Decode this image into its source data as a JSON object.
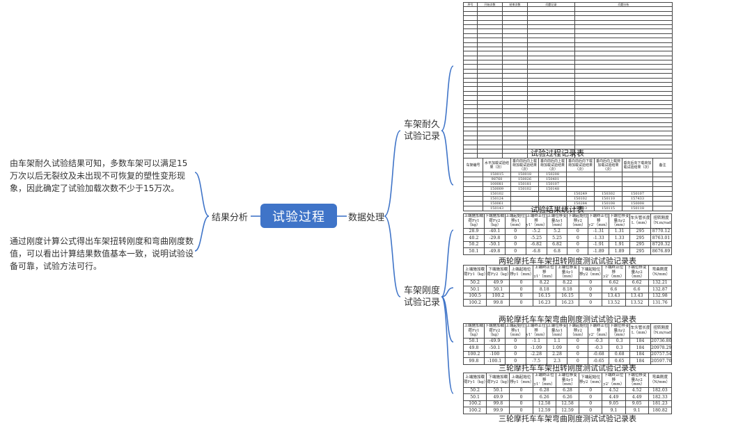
{
  "root": {
    "label": "试验过程"
  },
  "left_branch": {
    "label": "结果分析",
    "notes": [
      "由车架耐久试验结果可知，多数车架可以满足15万次以后无裂纹及未出现不可恢复的塑性变形现象，因此确定了试验加载次数不少于15万次。",
      "通过刚度计算公式得出车架扭转刚度和弯曲刚度数值，可以看出计算结果数值基本一致，说明试验设备可靠，试验方法可行。"
    ]
  },
  "right_branch": {
    "label": "数据处理",
    "sub1_label": "车架耐久试验记录",
    "sub2_label": "车架刚度试验记录"
  },
  "durability_log": {
    "caption": "试验过程记录表",
    "headers": [
      "序号",
      "开始次数",
      "结束次数",
      "问题记录",
      "问题分析"
    ]
  },
  "durability_stats": {
    "caption": "试验结果统计表",
    "headers": [
      "车架编号",
      "水平加载试验结果（次）",
      "垂向前后向上载荷加载试验结果（次）",
      "垂向前后向上载荷加载试验结果（次）",
      "垂向前后向下载荷加载试验结果（次）",
      "垂向后向上载荷加载试验结果（次）",
      "垂向后向下载荷加载试验结果（次）",
      "备注"
    ],
    "rows": [
      [
        "",
        "150015",
        "150018",
        "150208",
        "",
        "",
        "",
        ""
      ],
      [
        "",
        "98760",
        "150026",
        "150401",
        "",
        "",
        "",
        ""
      ],
      [
        "",
        "100081",
        "150181",
        "150107",
        "",
        "",
        "",
        ""
      ],
      [
        "",
        "150009",
        "150102",
        "150148",
        "",
        "",
        "",
        ""
      ],
      [
        "",
        "150102",
        "",
        "",
        "150249",
        "150302",
        "150107",
        ""
      ],
      [
        "",
        "150124",
        "",
        "",
        "150102",
        "150110",
        "157433",
        ""
      ],
      [
        "",
        "150061",
        "",
        "",
        "150284",
        "150108",
        "150008",
        ""
      ],
      [
        "",
        "150143",
        "",
        "",
        "150013",
        "150115",
        "150118",
        ""
      ]
    ]
  },
  "rigidity_tables": [
    {
      "caption": "两轮摩托车车架扭转刚度测试试验记录表",
      "headers": [
        "上端施加载荷Fy1（kg）",
        "下端施加载荷Fy2（kg）",
        "上端起始位移y1（mm）",
        "上端终止位移y1'（mm）",
        "上端位移变量Δy1（mm）",
        "下端起始位移y2（mm）",
        "下端终止位移y2'（mm）",
        "下端位移变量Δy2（mm）",
        "车头管长度L（mm）",
        "扭转刚度（N.m/rad）"
      ],
      "rows": [
        [
          "28.9",
          "-40.1",
          "0",
          "-5.2",
          "5.2",
          "0",
          "-1.31",
          "1.31",
          "295",
          "8770.12"
        ],
        [
          "40.2",
          "-29.8",
          "0",
          "-5.25",
          "5.25",
          "0",
          "-1.33",
          "1.33",
          "295",
          "8763.01"
        ],
        [
          "50.2",
          "-50.1",
          "0",
          "-6.82",
          "6.82",
          "0",
          "-1.91",
          "1.91",
          "295",
          "8720.32"
        ],
        [
          "50.1",
          "-49.8",
          "0",
          "-6.8",
          "6.8",
          "0",
          "-1.89",
          "1.89",
          "295",
          "8676.89"
        ]
      ]
    },
    {
      "caption": "两轮摩托车车架弯曲刚度测试试验记录表",
      "headers": [
        "上端施加载荷Fy1（kg）",
        "下端施加载荷Fy2（kg）",
        "上端起始位移y1（mm）",
        "上端终止位移y1'（mm）",
        "上端位移变量Δy1（mm）",
        "下端起始位移y2（mm）",
        "下端终止位移y2'（mm）",
        "下端位移变量Δy2（mm）",
        "弯曲刚度（N/mm）"
      ],
      "rows": [
        [
          "50.2",
          "49.9",
          "0",
          "8.22",
          "8.22",
          "0",
          "6.62",
          "6.62",
          "132.21"
        ],
        [
          "50.1",
          "50.1",
          "0",
          "8.18",
          "8.18",
          "0",
          "6.6",
          "6.6",
          "132.87"
        ],
        [
          "100.5",
          "100.2",
          "0",
          "16.15",
          "16.15",
          "0",
          "13.43",
          "13.43",
          "132.98"
        ],
        [
          "100.2",
          "99.8",
          "0",
          "16.23",
          "16.23",
          "0",
          "13.52",
          "13.52",
          "131.76"
        ]
      ]
    },
    {
      "caption": "三轮摩托车车架扭转刚度测试试验记录表",
      "headers": [
        "上端施加载荷Fy1（kg）",
        "下端施加载荷Fy2（kg）",
        "上端起始位移y1（mm）",
        "上端终止位移y1'（mm）",
        "上端位移变量Δy1（mm）",
        "下端起始位移y2（mm）",
        "下端终止位移y2'（mm）",
        "下端位移变量Δy2（mm）",
        "车头管长度L（mm）",
        "扭转刚度（N.m/rad）"
      ],
      "rows": [
        [
          "50.1",
          "-49.9",
          "0",
          "-1.1",
          "1.1",
          "0",
          "-0.3",
          "0.3",
          "184",
          "20736.80"
        ],
        [
          "49.8",
          "-50.1",
          "0",
          "-1.09",
          "1.09",
          "0",
          "-0.3",
          "0.3",
          "184",
          "20978.29"
        ],
        [
          "100.2",
          "-100",
          "0",
          "-2.28",
          "2.28",
          "0",
          "-0.68",
          "0.68",
          "184",
          "20757.54"
        ],
        [
          "99.8",
          "-100.1",
          "0",
          "-7.5",
          "2.3",
          "0",
          "-0.65",
          "0.65",
          "184",
          "20597.70"
        ]
      ]
    },
    {
      "caption": "三轮摩托车车架弯曲刚度测试试验记录表",
      "headers": [
        "上端施加载荷Fy1（kg）",
        "下端施加载荷Fy2（kg）",
        "上端起始位移y1（mm）",
        "上端终止位移y1'（mm）",
        "上端位移变量Δy1（mm）",
        "下端起始位移y2（mm）",
        "下端终止位移y2'（mm）",
        "下端位移变量Δy2（mm）",
        "弯曲刚度（N/mm）"
      ],
      "rows": [
        [
          "50.2",
          "50.1",
          "0",
          "6.28",
          "6.28",
          "0",
          "4.52",
          "4.52",
          "182.03"
        ],
        [
          "50.1",
          "49.9",
          "0",
          "6.26",
          "6.26",
          "0",
          "4.49",
          "4.49",
          "182.33"
        ],
        [
          "100.2",
          "99.8",
          "0",
          "12.58",
          "12.58",
          "0",
          "9.05",
          "9.05",
          "181.23"
        ],
        [
          "100.2",
          "99.9",
          "0",
          "12.59",
          "12.59",
          "0",
          "9.1",
          "9.1",
          "180.82"
        ]
      ]
    }
  ]
}
